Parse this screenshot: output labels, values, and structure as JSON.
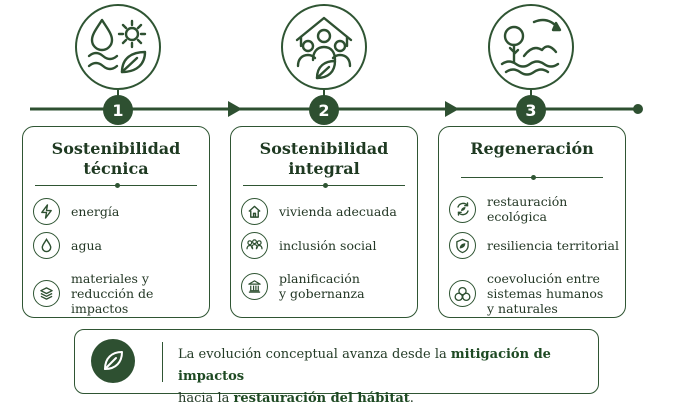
{
  "stages": [
    {
      "number": "1",
      "title": [
        "Sostenibilidad",
        "técnica"
      ],
      "items": [
        {
          "icon": "lightning-icon",
          "label": "energía"
        },
        {
          "icon": "water-drop-icon",
          "label": "agua"
        },
        {
          "icon": "layers-icon",
          "label": "materiales y\nreducción de impactos"
        }
      ],
      "top_icon": "water-gear-leaf-icon"
    },
    {
      "number": "2",
      "title": [
        "Sostenibilidad",
        "integral"
      ],
      "items": [
        {
          "icon": "house-icon",
          "label": "vivienda adecuada"
        },
        {
          "icon": "people-group-icon",
          "label": "inclusión social"
        },
        {
          "icon": "government-building-icon",
          "label": "planificación\ny gobernanza"
        }
      ],
      "top_icon": "community-house-icon"
    },
    {
      "number": "3",
      "title": [
        "Regeneración"
      ],
      "items": [
        {
          "icon": "recycle-leaf-icon",
          "label": "restauración ecológica"
        },
        {
          "icon": "shield-leaf-icon",
          "label": "resiliencia territorial"
        },
        {
          "icon": "interlocking-circles-icon",
          "label": "coevolución entre\nsistemas humanos\ny naturales"
        }
      ],
      "top_icon": "landscape-cycle-icon"
    }
  ],
  "conclusion": {
    "icon": "leaf-icon",
    "text_before": "La evolución conceptual avanza desde la ",
    "highlight_1": "mitigación de impactos",
    "text_middle": "hacia la ",
    "highlight_2": "restauración del hábitat",
    "text_after": "."
  },
  "colors": {
    "primary": "#2e5031",
    "line": "#2f5533",
    "text": "#233b26"
  }
}
